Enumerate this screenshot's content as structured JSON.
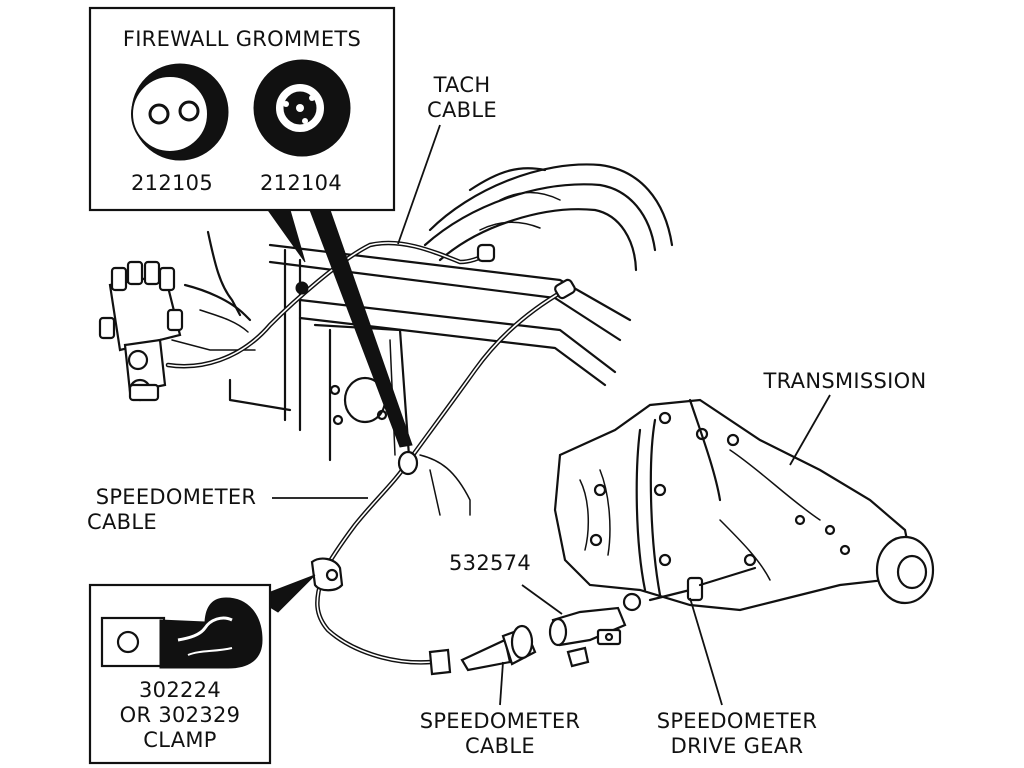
{
  "inset_grommets": {
    "title": "FIREWALL GROMMETS",
    "left_part_number": "212105",
    "right_part_number": "212104"
  },
  "inset_clamp": {
    "part_line_1": "302224",
    "part_line_2": "OR 302329",
    "part_line_3": "CLAMP"
  },
  "callouts": {
    "tach_cable_line_1": "TACH",
    "tach_cable_line_2": "CABLE",
    "transmission": "TRANSMISSION",
    "speedometer_cable_upper_line_1": "SPEEDOMETER",
    "speedometer_cable_upper_line_2": "CABLE",
    "part_532574": "532574",
    "speedometer_cable_lower_line_1": "SPEEDOMETER",
    "speedometer_cable_lower_line_2": "CABLE",
    "drive_gear_line_1": "SPEEDOMETER",
    "drive_gear_line_2": "DRIVE GEAR"
  },
  "colors": {
    "line": "#111111",
    "background": "#ffffff"
  }
}
